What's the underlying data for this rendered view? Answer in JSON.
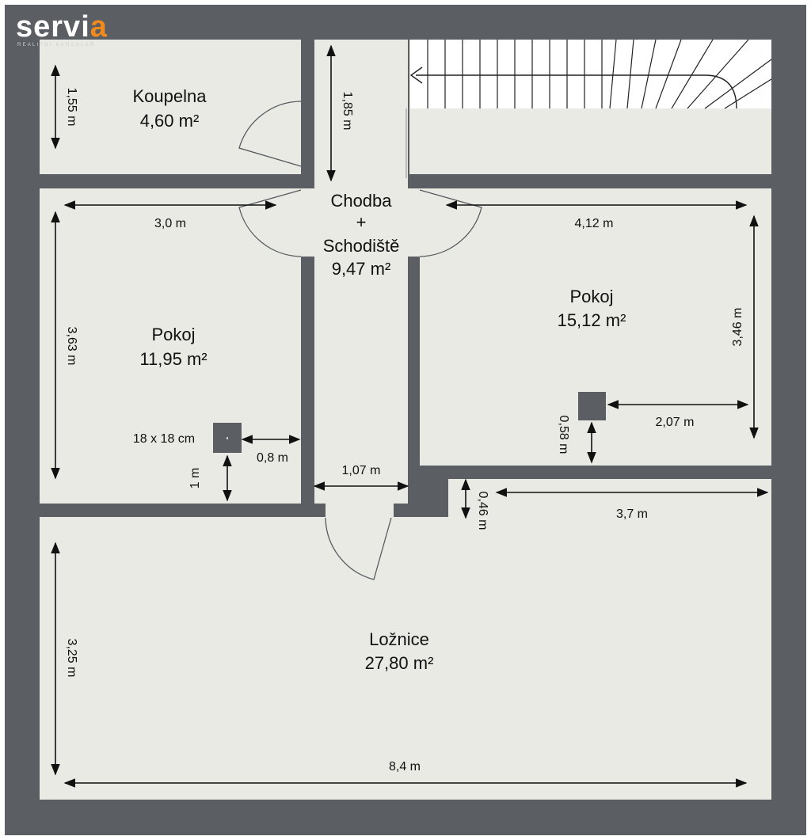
{
  "logo": {
    "brand_prefix": "servi",
    "brand_suffix": "a",
    "tagline": "REALITNÍ KANCELÁŘ",
    "accent_color": "#f08a1c"
  },
  "colors": {
    "wall": "#5b5e63",
    "floor": "#e9eae3",
    "dimension_line": "#111111"
  },
  "rooms": {
    "koupelna": {
      "name": "Koupelna",
      "area": "4,60 m²"
    },
    "chodba": {
      "name_line1": "Chodba",
      "name_line2": "+",
      "name_line3": "Schodiště",
      "area": "9,47 m²"
    },
    "pokoj_left": {
      "name": "Pokoj",
      "area": "11,95 m²"
    },
    "pokoj_right": {
      "name": "Pokoj",
      "area": "15,12 m²"
    },
    "loznice": {
      "name": "Ložnice",
      "area": "27,80 m²"
    }
  },
  "dimensions": {
    "koupelna_height": "1,55 m",
    "chodba_top_height": "1,85 m",
    "pokoj_left_width": "3,0 m",
    "pokoj_left_height": "3,63 m",
    "pokoj_right_width": "4,12 m",
    "pokoj_right_height": "3,46 m",
    "column_right_offset_x": "2,07 m",
    "column_right_offset_y": "0,58 m",
    "column_left_size": "18 x 18 cm",
    "column_left_offset_x": "0,8 m",
    "column_left_offset_y": "1 m",
    "chodba_width": "1,07 m",
    "loznice_niche_depth": "0,46 m",
    "loznice_top_width": "3,7 m",
    "loznice_height": "3,25 m",
    "loznice_width": "8,4 m"
  }
}
